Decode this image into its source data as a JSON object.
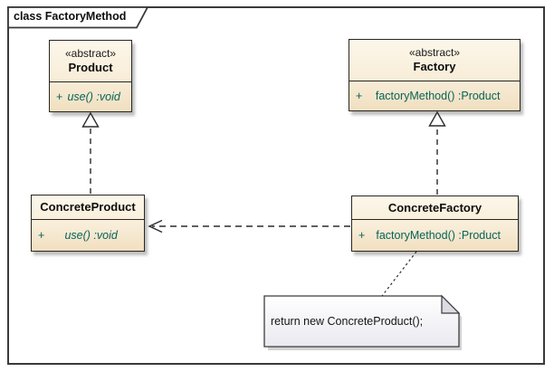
{
  "frame": {
    "title": "class FactoryMethod"
  },
  "classes": {
    "product": {
      "stereotype": "«abstract»",
      "name": "Product",
      "member": {
        "visibility": "+",
        "signature": "use() :void",
        "abstract_italic": true
      }
    },
    "factory": {
      "stereotype": "«abstract»",
      "name": "Factory",
      "member": {
        "visibility": "+",
        "signature": "factoryMethod() :Product",
        "abstract_italic": false
      }
    },
    "concreteProduct": {
      "name": "ConcreteProduct",
      "member": {
        "visibility": "+",
        "signature": "use() :void",
        "abstract_italic": true
      }
    },
    "concreteFactory": {
      "name": "ConcreteFactory",
      "member": {
        "visibility": "+",
        "signature": "factoryMethod() :Product",
        "abstract_italic": false
      }
    }
  },
  "note": {
    "text": "return new ConcreteProduct();"
  },
  "relationships": [
    {
      "from": "ConcreteProduct",
      "to": "Product",
      "type": "realization",
      "line": "dashed",
      "arrow": "hollow-triangle"
    },
    {
      "from": "ConcreteFactory",
      "to": "Factory",
      "type": "realization",
      "line": "dashed",
      "arrow": "hollow-triangle"
    },
    {
      "from": "ConcreteFactory",
      "to": "ConcreteProduct",
      "type": "dependency",
      "line": "dashed",
      "arrow": "open"
    },
    {
      "from": "ConcreteFactory",
      "to": "note",
      "type": "note-anchor",
      "line": "dotted",
      "arrow": "none"
    }
  ],
  "colors": {
    "box_fill_top": "#fdf7ea",
    "box_fill_bottom": "#f1dfc0",
    "box_border": "#2b2620",
    "member_text": "#06645a",
    "line": "#2b2b2b",
    "note_fill_top": "#ffffff",
    "note_fill_bottom": "#e9e9f0",
    "frame_border": "#3a3a3a"
  }
}
